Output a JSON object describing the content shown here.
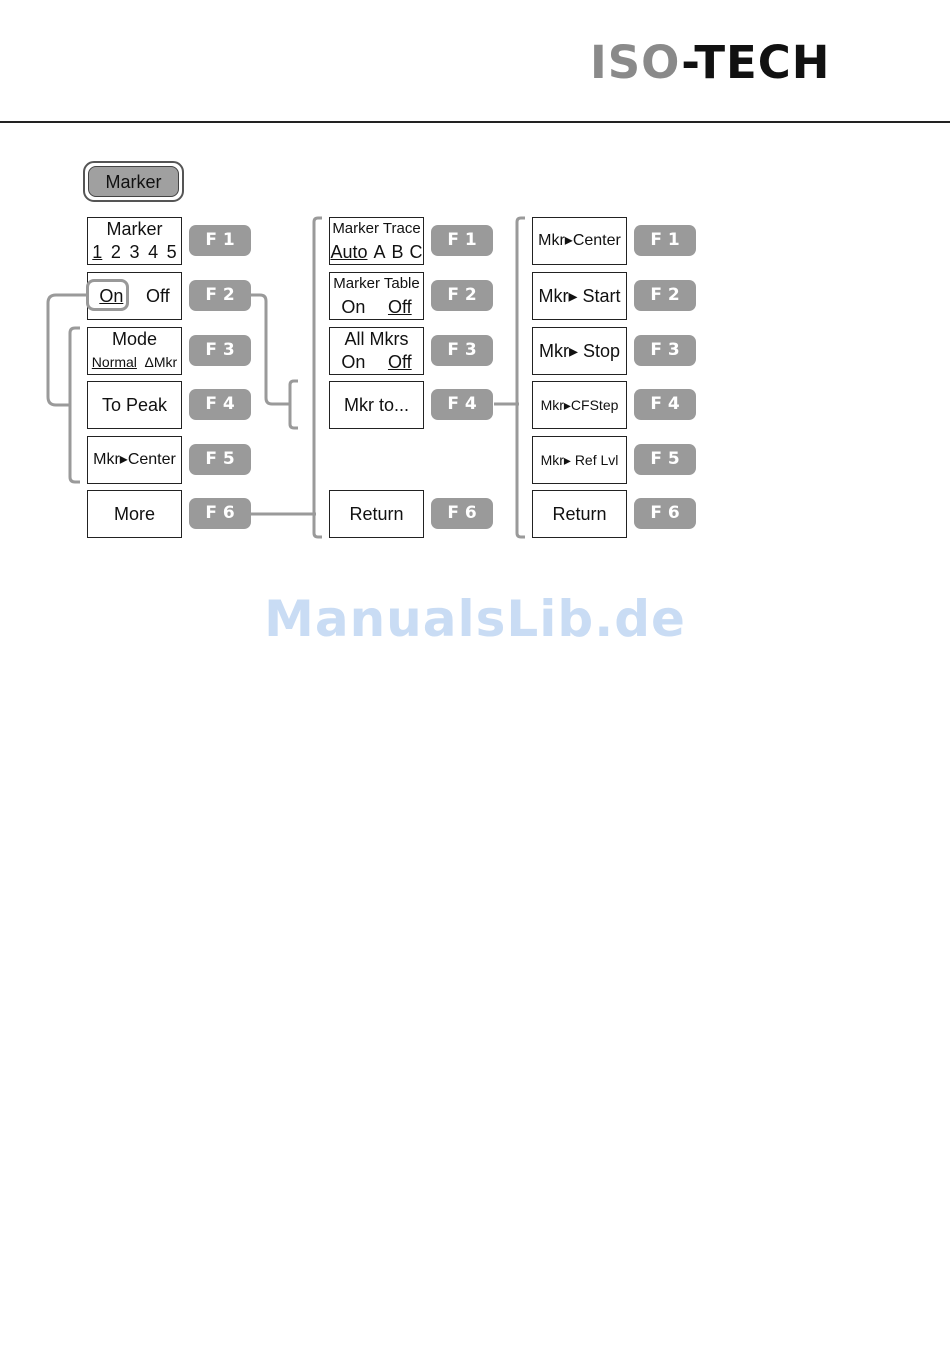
{
  "header": {
    "logo_text_left": "ISO",
    "logo_text_right": "-TECH"
  },
  "marker_key": {
    "label": "Marker"
  },
  "col1": [
    {
      "line1": "Marker",
      "opts": [
        "1",
        "2",
        "3",
        "4",
        "5"
      ],
      "fkey": "F 1"
    },
    {
      "opts": [
        "On",
        "Off"
      ],
      "fkey": "F 2"
    },
    {
      "line1": "Mode",
      "opts": [
        "Normal",
        "ΔMkr"
      ],
      "fkey": "F 3"
    },
    {
      "label": "To Peak",
      "fkey": "F 4"
    },
    {
      "label": "Mkr▸Center",
      "fkey": "F 5"
    },
    {
      "label": "More",
      "fkey": "F 6"
    }
  ],
  "col2": [
    {
      "line1": "Marker Trace",
      "opts": [
        "Auto",
        "A",
        "B",
        "C"
      ],
      "fkey": "F 1"
    },
    {
      "line1": "Marker Table",
      "opts": [
        "On",
        "Off"
      ],
      "fkey": "F 2"
    },
    {
      "line1": "All Mkrs",
      "opts": [
        "On",
        "Off"
      ],
      "fkey": "F 3"
    },
    {
      "label": "Mkr to...",
      "fkey": "F 4"
    },
    {
      "label": "Return",
      "fkey": "F 6"
    }
  ],
  "col3": [
    {
      "label": "Mkr▸Center",
      "fkey": "F 1"
    },
    {
      "label": "Mkr▸ Start",
      "fkey": "F 2"
    },
    {
      "label": "Mkr▸ Stop",
      "fkey": "F 3"
    },
    {
      "label": "Mkr▸CFStep",
      "fkey": "F 4"
    },
    {
      "label": "Mkr▸ Ref Lvl",
      "fkey": "F 5"
    },
    {
      "label": "Return",
      "fkey": "F 6"
    }
  ],
  "watermark": "ManualsLib.de",
  "colors": {
    "key_gray": "#9a9a9a",
    "line_gray": "#9a9a9a",
    "watermark": "#c9dcf4"
  }
}
